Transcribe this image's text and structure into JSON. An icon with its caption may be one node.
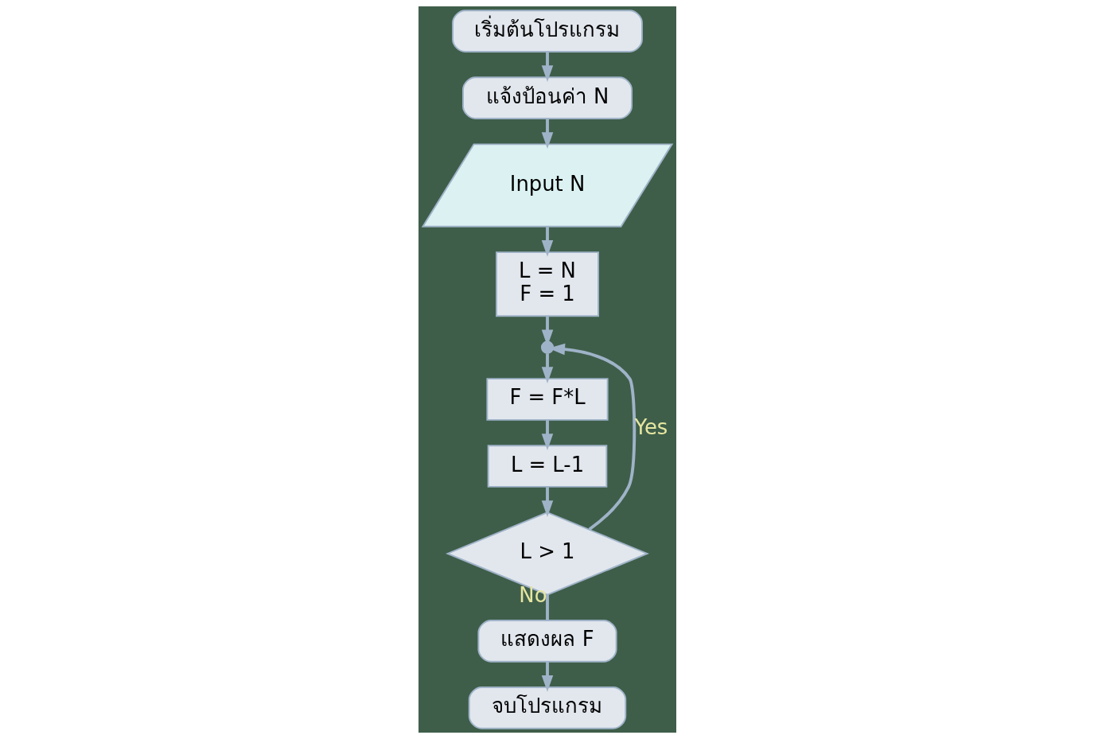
{
  "diagram": {
    "nodes": [
      {
        "text": [
          "เริ่มต้นโปรแกรม"
        ]
      },
      {
        "text": [
          "แจ้งป้อนค่า N"
        ]
      },
      {
        "text": [
          "Input N"
        ]
      },
      {
        "text": [
          "L = N",
          "F = 1"
        ]
      },
      {
        "text": [],
        "shape": "circle"
      },
      {
        "text": [
          "F = F*L"
        ]
      },
      {
        "text": [
          "L = L-1"
        ]
      },
      {
        "text": [
          "L > 1"
        ]
      },
      {
        "text": [
          "แสดงผล F"
        ]
      },
      {
        "text": [
          "จบโปรแกรม"
        ]
      }
    ],
    "edges": [
      {
        "from": 0,
        "to": 1,
        "arrow": "to"
      },
      {
        "from": 1,
        "to": 2,
        "arrow": "to"
      },
      {
        "from": 2,
        "to": 3,
        "arrow": "to"
      },
      {
        "from": 3,
        "to": 4,
        "arrow": "to"
      },
      {
        "from": 4,
        "to": 5,
        "arrow": "to"
      },
      {
        "from": 5,
        "to": 6,
        "arrow": "to"
      },
      {
        "from": 6,
        "to": 7,
        "arrow": "to"
      },
      {
        "from": 7,
        "to": 4,
        "arrow": "to",
        "label": "Yes"
      },
      {
        "from": 7,
        "to": 8,
        "arrow": "none",
        "label": "No"
      },
      {
        "from": 8,
        "to": 9,
        "arrow": "to"
      }
    ]
  }
}
